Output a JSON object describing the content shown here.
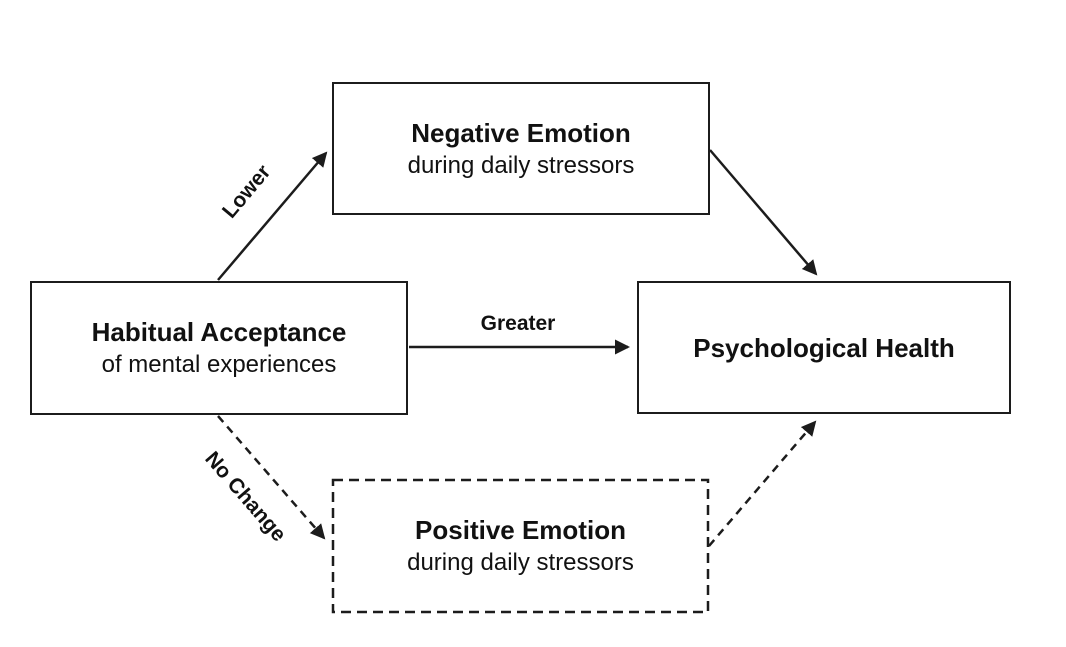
{
  "diagram": {
    "nodes": {
      "negative_emotion": {
        "title": "Negative Emotion",
        "subtitle": "during daily stressors",
        "border_style": "solid"
      },
      "habitual_acceptance": {
        "title": "Habitual Acceptance",
        "subtitle": "of mental experiences",
        "border_style": "solid"
      },
      "psychological_health": {
        "title": "Psychological Health",
        "border_style": "solid"
      },
      "positive_emotion": {
        "title": "Positive Emotion",
        "subtitle": "during daily stressors",
        "border_style": "dashed"
      }
    },
    "edges": [
      {
        "from": "habitual_acceptance",
        "to": "negative_emotion",
        "label": "Lower",
        "line_style": "solid"
      },
      {
        "from": "habitual_acceptance",
        "to": "psychological_health",
        "label": "Greater",
        "line_style": "solid"
      },
      {
        "from": "habitual_acceptance",
        "to": "positive_emotion",
        "label": "No Change",
        "line_style": "dashed"
      },
      {
        "from": "negative_emotion",
        "to": "psychological_health",
        "label": "",
        "line_style": "solid"
      },
      {
        "from": "positive_emotion",
        "to": "psychological_health",
        "label": "",
        "line_style": "dashed"
      }
    ],
    "edge_labels": {
      "lower": "Lower",
      "greater": "Greater",
      "no_change": "No Change"
    },
    "colors": {
      "line": "#1c1c1c",
      "text": "#111111",
      "background": "#ffffff"
    }
  }
}
